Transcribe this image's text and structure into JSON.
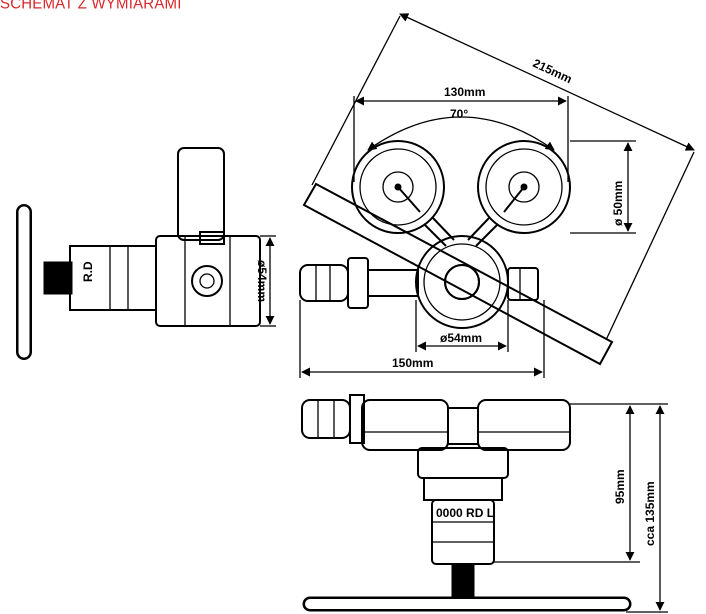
{
  "header": {
    "title": "SCHEMAT Z WYMIARAMI",
    "title_color": "#d9262b"
  },
  "dimensions": {
    "overall_diagonal": "215mm",
    "gauge_spacing": "130mm",
    "gauge_angle": "70°",
    "gauge_diameter": "ø 50mm",
    "side_body_width": "ø54mm",
    "front_body_width": "ø54mm",
    "front_width": "150mm",
    "height_body": "95mm",
    "height_total": "cca 135mm"
  },
  "colors": {
    "line": "#000000",
    "background": "#ffffff"
  }
}
